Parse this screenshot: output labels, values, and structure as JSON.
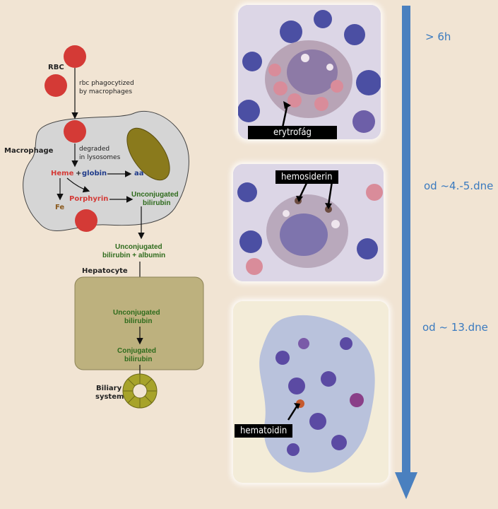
{
  "pathway": {
    "rbc_label": "RBC",
    "phago_line1": "rbc phagocytized",
    "phago_line2": "by macrophages",
    "macrophage_label": "Macrophage",
    "degraded_line1": "degraded",
    "degraded_line2": "in lysosomes",
    "heme": "Heme",
    "plus": "+",
    "globin": "globin",
    "aa": "aa",
    "fe": "Fe",
    "porphyrin": "Porphyrin",
    "unconj_line1": "Unconjugated",
    "unconj_line2": "bilirubin",
    "unconj_alb_line1": "Unconjugated",
    "unconj_alb_line2": "bilirubin + albumin",
    "hepatocyte_label": "Hepatocyte",
    "hep_unconj_line1": "Unconjugated",
    "hep_unconj_line2": "bilirubin",
    "conj_line1": "Conjugated",
    "conj_line2": "bilirubin",
    "biliary_line1": "Biliary",
    "biliary_line2": "system"
  },
  "panels": {
    "erythrophage_tag": "erytrofág",
    "hemosiderin_tag": "hemosiderin",
    "hematoidin_tag": "hematoidin"
  },
  "timeline": {
    "t1": "> 6h",
    "t2": "od ~4.-5.dne",
    "t3": "od ~ 13.dne",
    "arrow_color": "#4a80bf"
  }
}
